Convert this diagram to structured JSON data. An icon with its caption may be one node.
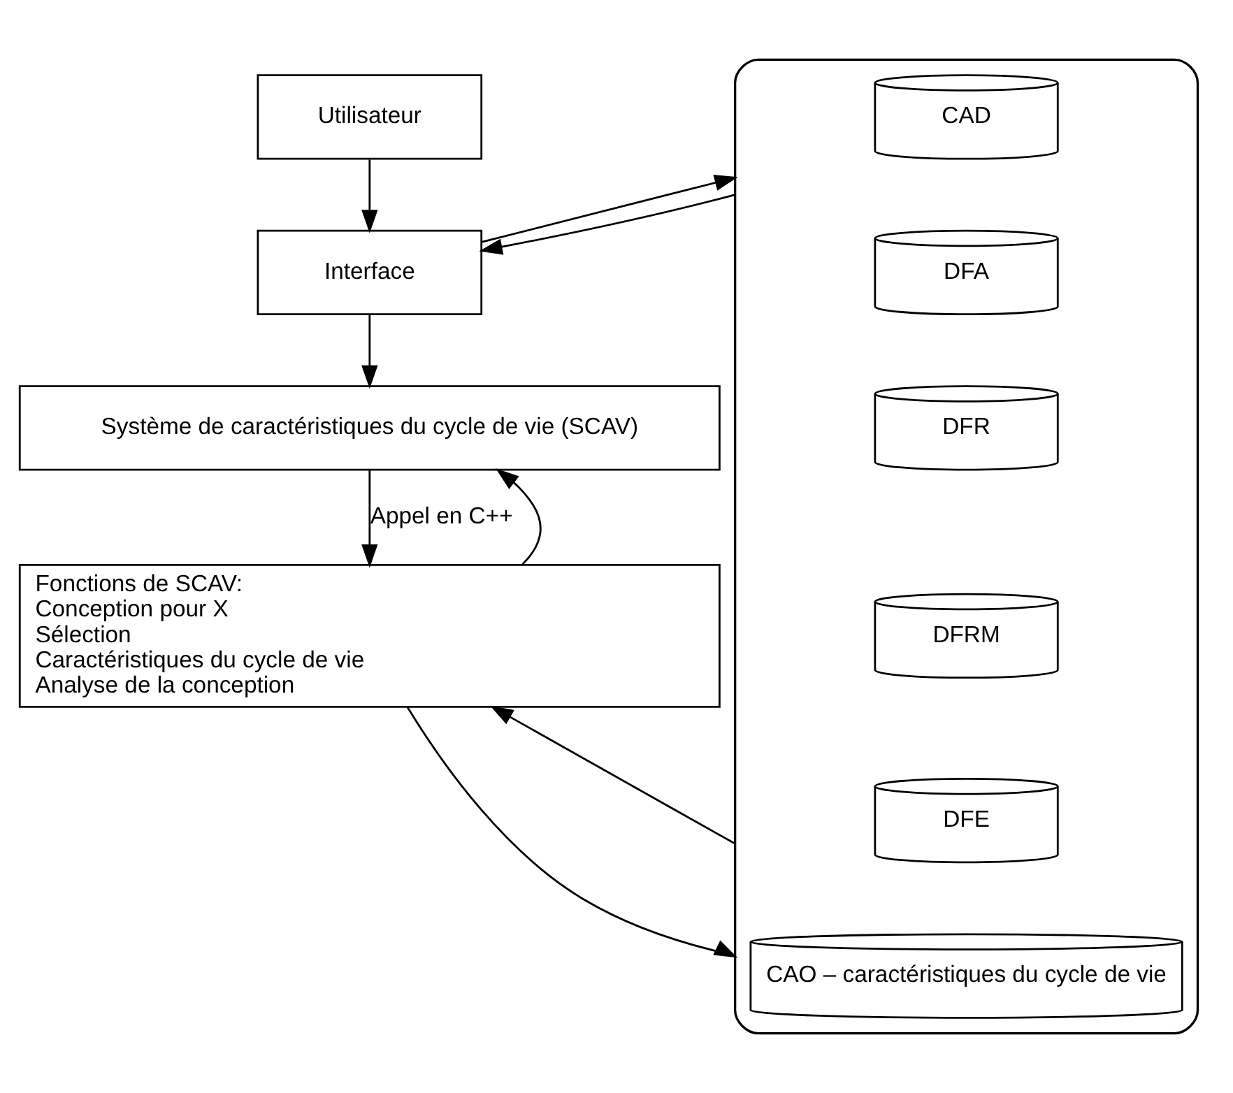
{
  "diagram": {
    "nodes": [
      {
        "text": [
          "Utilisateur"
        ]
      },
      {
        "text": [
          "Interface"
        ]
      },
      {
        "text": [
          "Système de caractéristiques du cycle de vie (SCAV)"
        ]
      },
      {
        "text": [
          "Fonctions de SCAV:",
          "Conception pour X",
          "Sélection",
          "Caractéristiques du cycle de vie",
          "Analyse de la conception"
        ]
      },
      {
        "text": [],
        "shape": "cylinder"
      },
      {
        "text": [
          "CAD"
        ],
        "in": 4
      },
      {
        "text": [
          "DFA"
        ],
        "in": 4
      },
      {
        "text": [
          "DFR"
        ],
        "in": 4
      },
      {
        "text": [
          "DFRM"
        ],
        "in": 4
      },
      {
        "text": [
          "DFE"
        ],
        "in": 4
      },
      {
        "text": [
          "CAO – caractéristiques du cycle de vie"
        ],
        "in": 4
      }
    ],
    "edges": [
      {
        "from": 0,
        "to": 1,
        "arrow": "to"
      },
      {
        "from": 1,
        "to": 4,
        "arrow": "to"
      },
      {
        "from": 4,
        "to": 1,
        "arrow": "to"
      },
      {
        "from": 1,
        "to": 2,
        "arrow": "to"
      },
      {
        "from": 3,
        "to": 2,
        "arrow": "to"
      },
      {
        "from": 2,
        "to": 3,
        "arrow": "to",
        "label": "Appel en C++"
      },
      {
        "from": 3,
        "to": 4,
        "arrow": "to"
      },
      {
        "from": 4,
        "to": 3,
        "arrow": "to"
      }
    ]
  }
}
